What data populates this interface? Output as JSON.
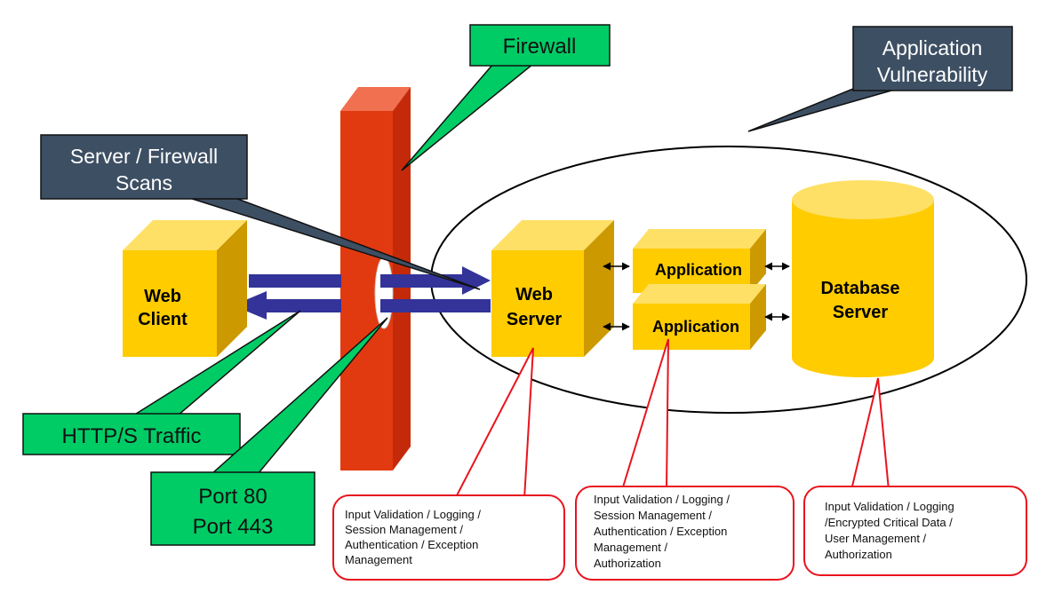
{
  "callouts": {
    "firewall": "Firewall",
    "app_vuln_line1": "Application",
    "app_vuln_line2": "Vulnerability",
    "scans_line1": "Server / Firewall",
    "scans_line2": "Scans",
    "http_traffic": "HTTP/S Traffic",
    "port80": "Port 80",
    "port443": "Port 443"
  },
  "nodes": {
    "web_client_line1": "Web",
    "web_client_line2": "Client",
    "web_server_line1": "Web",
    "web_server_line2": "Server",
    "application_top": "Application",
    "application_bottom": "Application",
    "database_line1": "Database",
    "database_line2": "Server"
  },
  "notes": {
    "web_server": [
      "Input Validation / Logging /",
      "Session Management /",
      "Authentication / Exception",
      "Management"
    ],
    "application": [
      "Input Validation / Logging /",
      "Session Management /",
      "Authentication / Exception",
      "Management /",
      "Authorization"
    ],
    "database": [
      "Input Validation / Logging",
      "/Encrypted Critical Data /",
      "User Management /",
      "Authorization"
    ]
  },
  "colors": {
    "callout_green": "#00cc66",
    "callout_slate": "#3d4f63",
    "firewall_red": "#e23a10",
    "box_yellow": "#ffcc00",
    "arrow_navy": "#333399",
    "note_border": "#e8141e"
  }
}
